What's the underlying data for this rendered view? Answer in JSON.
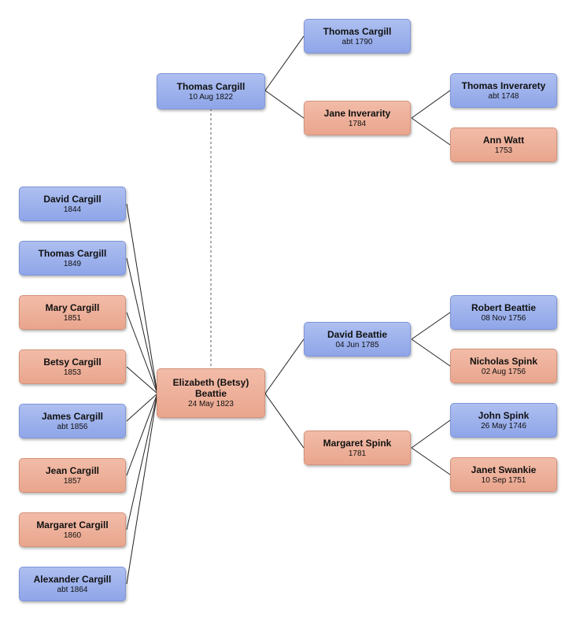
{
  "people": {
    "thomas_cargill_1822": {
      "name": "Thomas Cargill",
      "date": "10 Aug 1822",
      "sex": "male"
    },
    "elizabeth_beattie": {
      "name": "Elizabeth (Betsy) Beattie",
      "date": "24 May 1823",
      "sex": "female"
    },
    "thomas_cargill_1790": {
      "name": "Thomas Cargill",
      "date": "abt 1790",
      "sex": "male"
    },
    "jane_inverarity": {
      "name": "Jane Inverarity",
      "date": "1784",
      "sex": "female"
    },
    "thomas_inverarety": {
      "name": "Thomas Inverarety",
      "date": "abt 1748",
      "sex": "male"
    },
    "ann_watt": {
      "name": "Ann Watt",
      "date": "1753",
      "sex": "female"
    },
    "david_beattie": {
      "name": "David Beattie",
      "date": "04 Jun 1785",
      "sex": "male"
    },
    "margaret_spink": {
      "name": "Margaret Spink",
      "date": "1781",
      "sex": "female"
    },
    "robert_beattie": {
      "name": "Robert Beattie",
      "date": "08 Nov 1756",
      "sex": "male"
    },
    "nicholas_spink": {
      "name": "Nicholas Spink",
      "date": "02 Aug 1756",
      "sex": "female"
    },
    "john_spink": {
      "name": "John Spink",
      "date": "26 May 1746",
      "sex": "male"
    },
    "janet_swankie": {
      "name": "Janet Swankie",
      "date": "10 Sep 1751",
      "sex": "female"
    }
  },
  "children": [
    {
      "name": "David Cargill",
      "date": "1844",
      "sex": "male"
    },
    {
      "name": "Thomas Cargill",
      "date": "1849",
      "sex": "male"
    },
    {
      "name": "Mary Cargill",
      "date": "1851",
      "sex": "female"
    },
    {
      "name": "Betsy Cargill",
      "date": "1853",
      "sex": "female"
    },
    {
      "name": "James Cargill",
      "date": "abt 1856",
      "sex": "male"
    },
    {
      "name": "Jean Cargill",
      "date": "1857",
      "sex": "female"
    },
    {
      "name": "Margaret Cargill",
      "date": "1860",
      "sex": "female"
    },
    {
      "name": "Alexander Cargill",
      "date": "abt 1864",
      "sex": "male"
    }
  ],
  "colors": {
    "male": "#9bb0ec",
    "female": "#eeb19b",
    "line": "#222222",
    "spouse_line": "#777777"
  }
}
